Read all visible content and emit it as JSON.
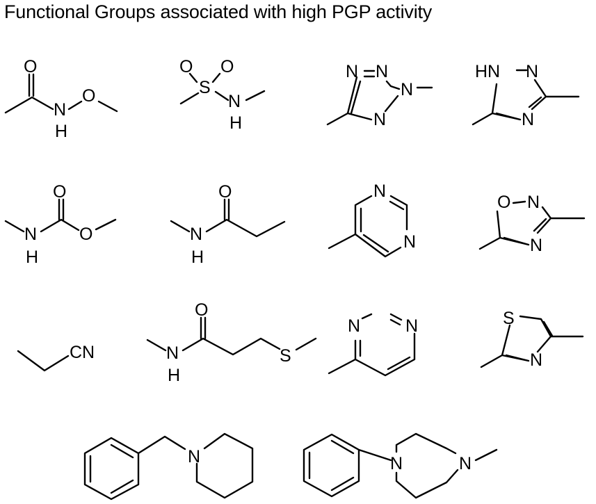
{
  "title": "Functional Groups associated with high PGP activity",
  "labels": {
    "o": "O",
    "n": "N",
    "h": "H",
    "s": "S",
    "hn": "HN",
    "cn": "CN"
  },
  "colors": {
    "ink": "#000000",
    "background": "#ffffff"
  }
}
